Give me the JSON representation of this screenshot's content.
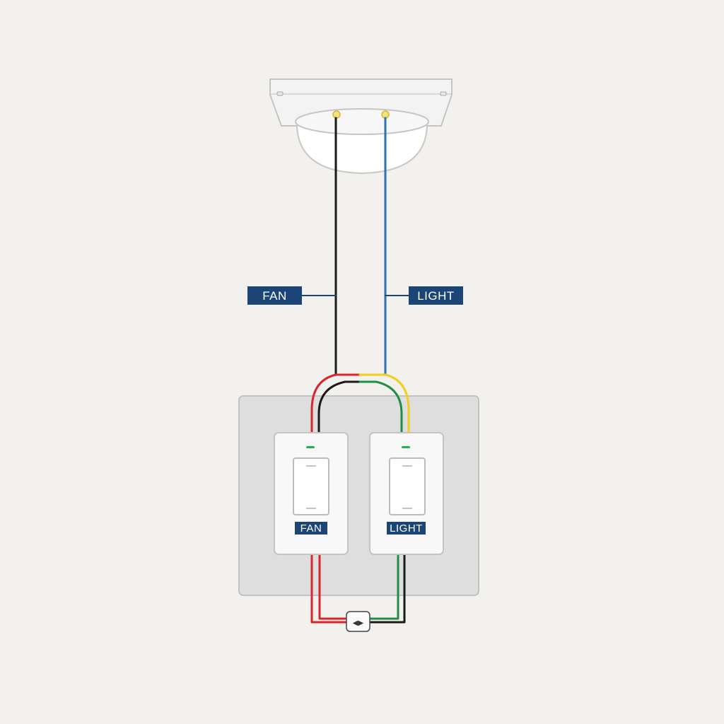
{
  "labels": {
    "fan_wire": "FAN",
    "light_wire": "LIGHT",
    "fan_switch": "FAN",
    "light_switch": "LIGHT"
  },
  "connector_glyph": "◀▶",
  "colors": {
    "background": "#f2f1ed",
    "label_bg": "#1a4576",
    "label_text": "#ffffff",
    "wire_black": "#1a1a1a",
    "wire_blue": "#2b73b5",
    "wire_red": "#d9252b",
    "wire_yellow": "#f2cf1d",
    "wire_green": "#1f8f45",
    "indicator_green": "#22b04b",
    "plate": "#dedede",
    "switch_body": "#f8f8f8"
  },
  "icons": [
    "ceiling-light-fixture",
    "toggle-switch",
    "wire-connector"
  ]
}
